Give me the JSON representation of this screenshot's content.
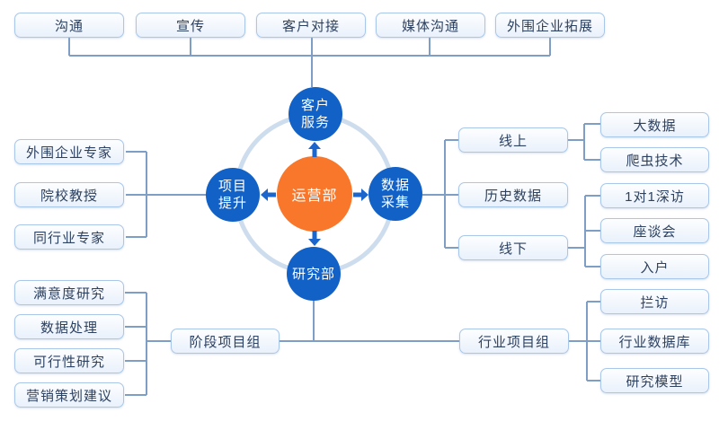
{
  "colors": {
    "satellite_blue": "#1161c7",
    "hub_orange": "#f9772b",
    "connector_line": "#7f9ec6",
    "ring_blue": "#cdddee",
    "box_border": "#a9c7e9",
    "box_fill": "#e9f1fb",
    "box_text": "#2d4160"
  },
  "hub": {
    "label": "运营部"
  },
  "satellites": {
    "customer_service": {
      "line1": "客户",
      "line2": "服务"
    },
    "project_improvement": {
      "line1": "项目",
      "line2": "提升"
    },
    "data_collection": {
      "line1": "数据",
      "line2": "采集"
    },
    "research_dept": {
      "label": "研究部"
    }
  },
  "customer_service_branches": [
    "沟通",
    "宣传",
    "客户对接",
    "媒体沟通",
    "外围企业拓展"
  ],
  "project_improvement_sources": [
    "外围企业专家",
    "院校教授",
    "同行业专家"
  ],
  "research_outputs": [
    "满意度研究",
    "数据处理",
    "可行性研究",
    "营销策划建议"
  ],
  "project_groups": {
    "stage": "阶段项目组",
    "industry": "行业项目组"
  },
  "data_collection_channels": [
    "线上",
    "历史数据",
    "线下"
  ],
  "online_methods": [
    "大数据",
    "爬虫技术"
  ],
  "offline_methods": [
    "1对1深访",
    "座谈会",
    "入户"
  ],
  "industry_resources": [
    "拦访",
    "行业数据库",
    "研究模型"
  ]
}
